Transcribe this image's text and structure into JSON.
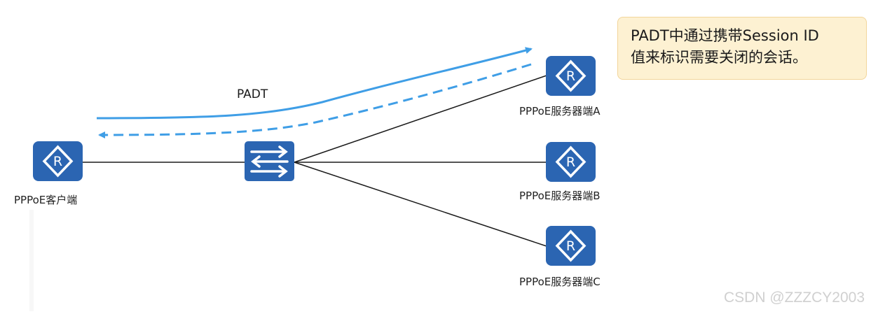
{
  "colors": {
    "device_fill": "#2b65b2",
    "arrow_blue": "#3f9ee6",
    "link_line": "#1a1a1a",
    "callout_bg": "#fdf1d2",
    "callout_border": "#f2d59a"
  },
  "nodes": {
    "client": {
      "label": "PPPoE客户端",
      "icon": "router-icon"
    },
    "switch": {
      "label": "",
      "icon": "switch-icon"
    },
    "server_a": {
      "label": "PPPoE服务器端A",
      "icon": "router-icon"
    },
    "server_b": {
      "label": "PPPoE服务器端B",
      "icon": "router-icon"
    },
    "server_c": {
      "label": "PPPoE服务器端C",
      "icon": "router-icon"
    }
  },
  "messages": {
    "padt": {
      "label": "PADT",
      "direction": "client-to-server-a (solid), server-a-to-client (dashed)"
    }
  },
  "callout": {
    "line1": "PADT中通过携带Session ID",
    "line2": "值来标识需要关闭的会话。"
  },
  "watermark": "CSDN @ZZZCY2003"
}
